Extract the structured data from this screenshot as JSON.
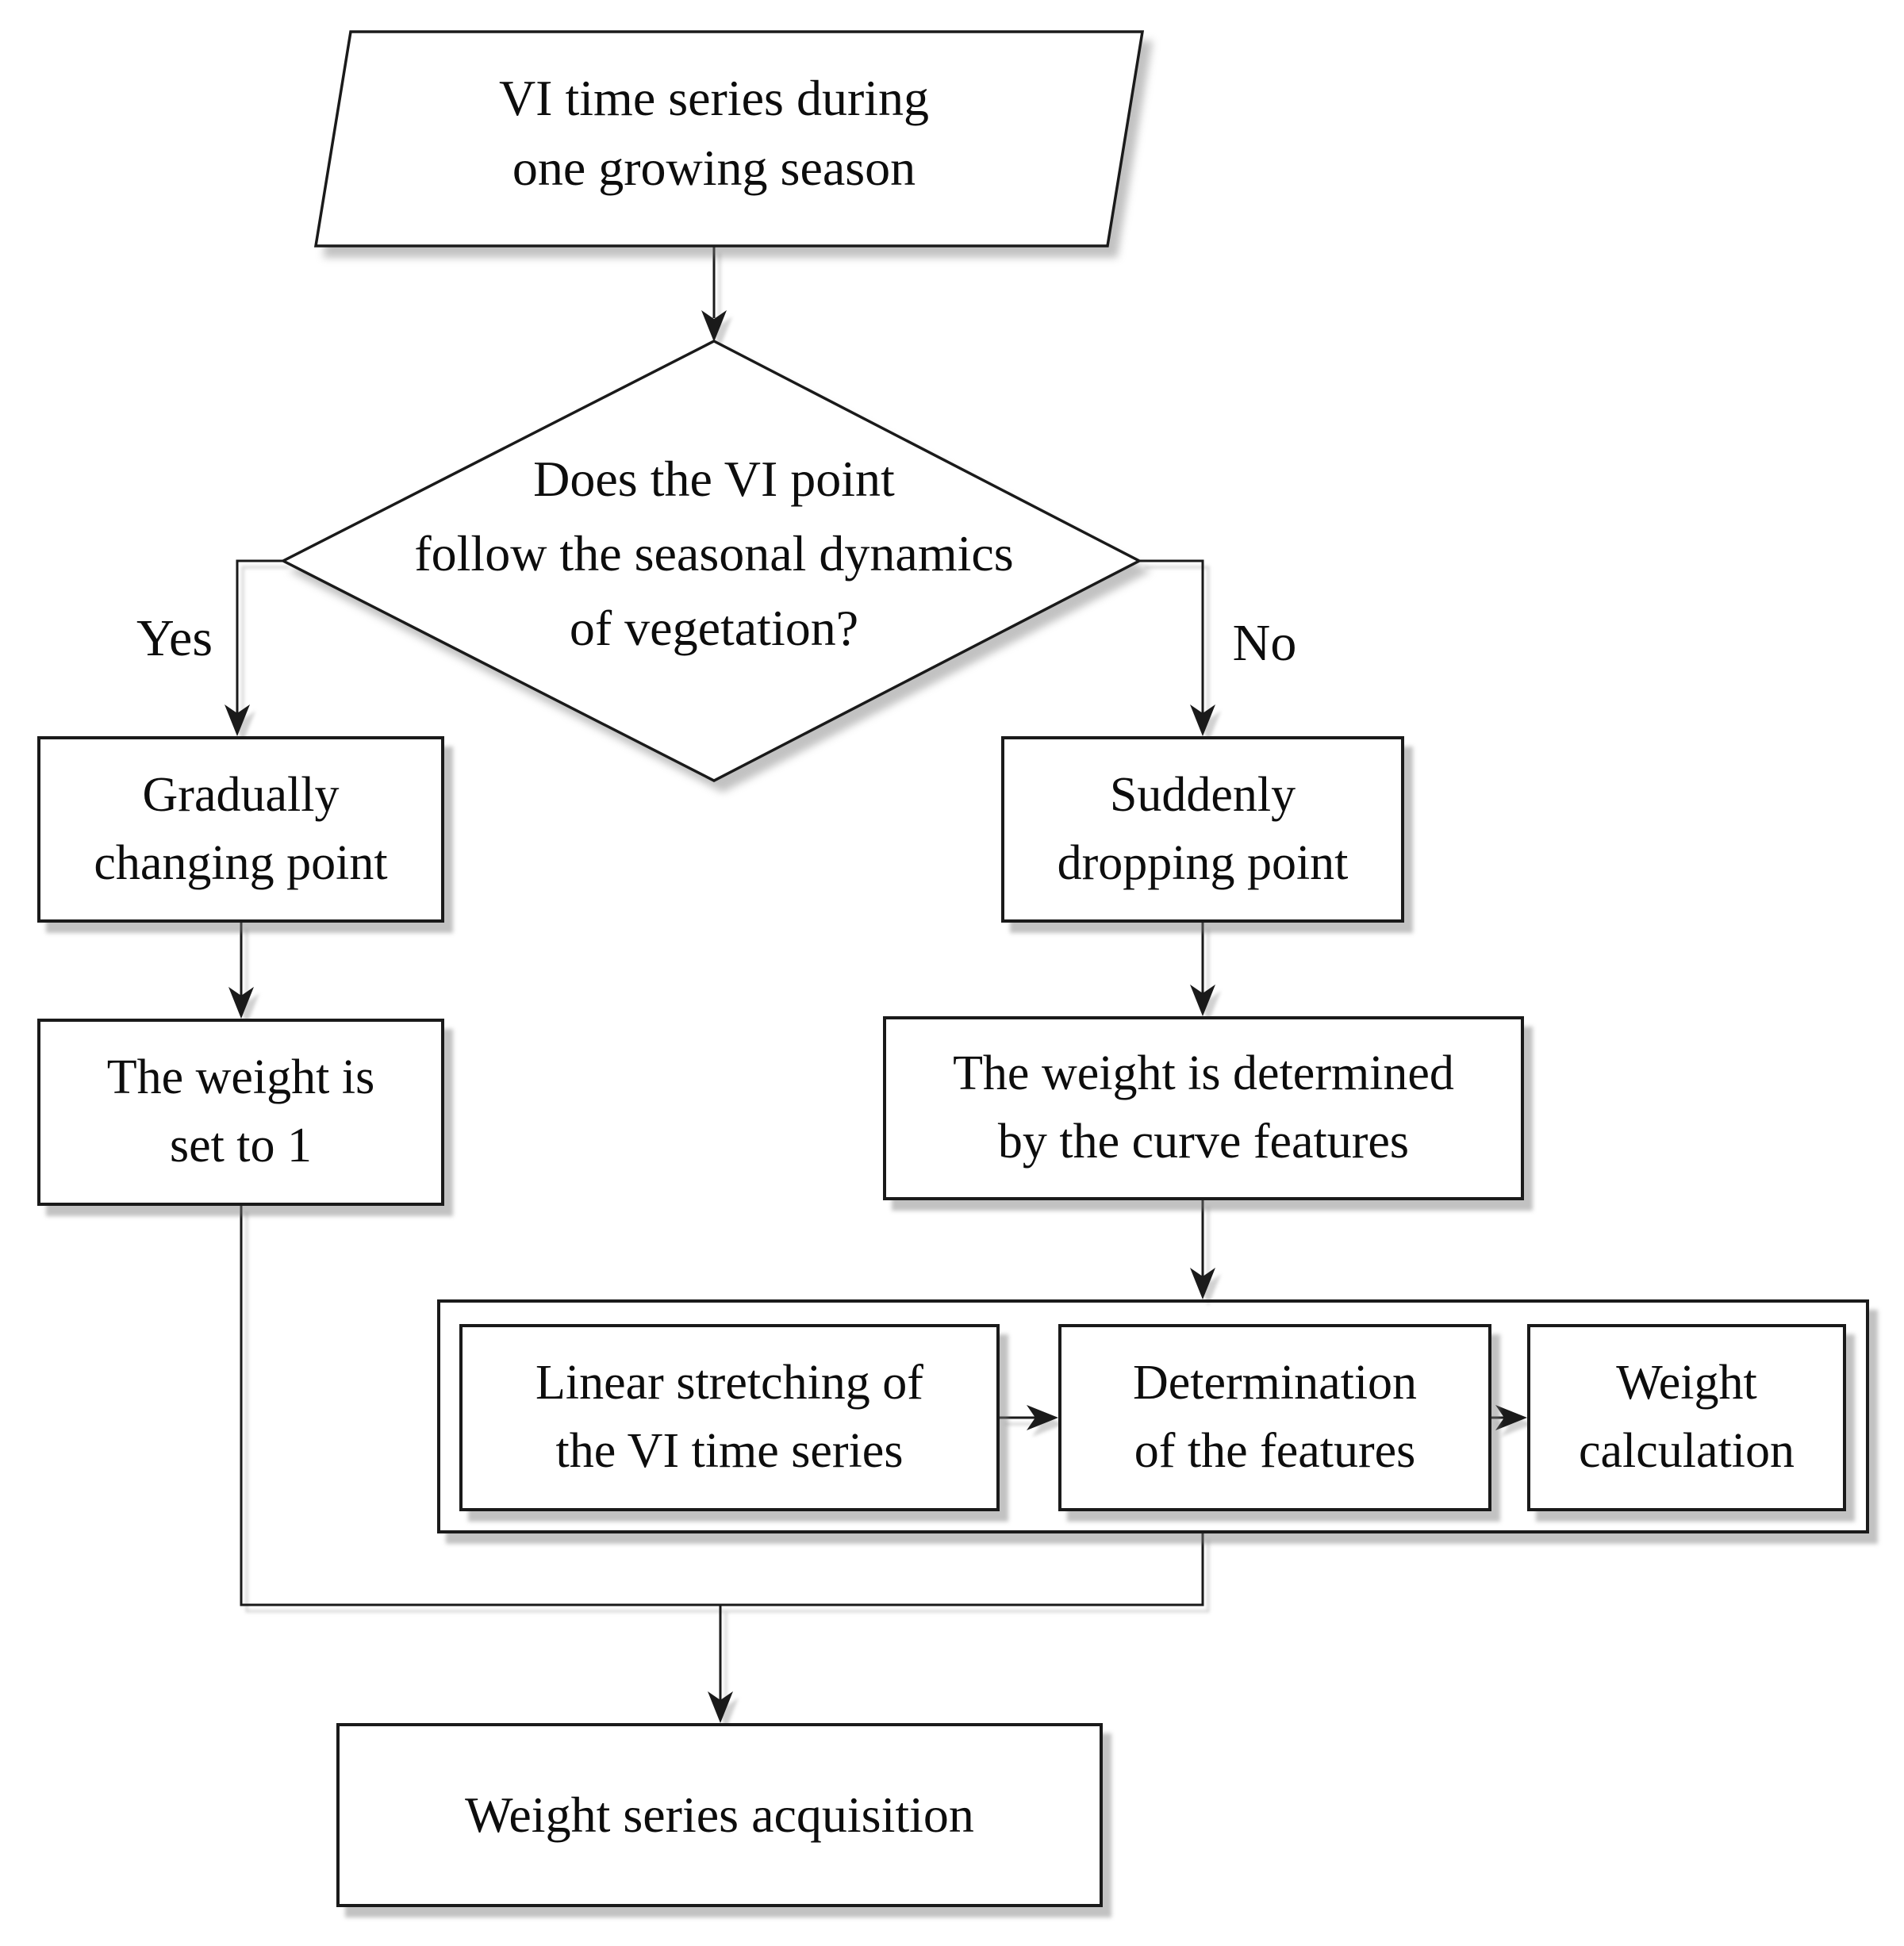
{
  "colors": {
    "stroke": "#1a1a1a",
    "fill": "#ffffff",
    "text": "#0d0d0d"
  },
  "nodes": {
    "start": {
      "shape": "parallelogram",
      "lines": [
        "VI time series during",
        "one growing season"
      ]
    },
    "decision": {
      "shape": "diamond",
      "lines": [
        "Does the VI point",
        "follow the seasonal dynamics",
        "of vegetation?"
      ]
    },
    "gradually_changing": {
      "shape": "rectangle",
      "lines": [
        "Gradually",
        "changing point"
      ]
    },
    "weight_set_to_one": {
      "shape": "rectangle",
      "lines": [
        "The weight is",
        "set to 1"
      ]
    },
    "suddenly_dropping": {
      "shape": "rectangle",
      "lines": [
        "Suddenly",
        "dropping point"
      ]
    },
    "weight_by_curve": {
      "shape": "rectangle",
      "lines": [
        "The weight is determined",
        "by the curve features"
      ]
    },
    "linear_stretching": {
      "shape": "rectangle",
      "lines": [
        "Linear stretching of",
        "the VI time series"
      ]
    },
    "determination": {
      "shape": "rectangle",
      "lines": [
        "Determination",
        "of the features"
      ]
    },
    "weight_calculation": {
      "shape": "rectangle",
      "lines": [
        "Weight",
        "calculation"
      ]
    },
    "weight_series_acquisition": {
      "shape": "rectangle",
      "lines": [
        "Weight series acquisition"
      ]
    }
  },
  "edges": {
    "yes_label": "Yes",
    "no_label": "No"
  }
}
